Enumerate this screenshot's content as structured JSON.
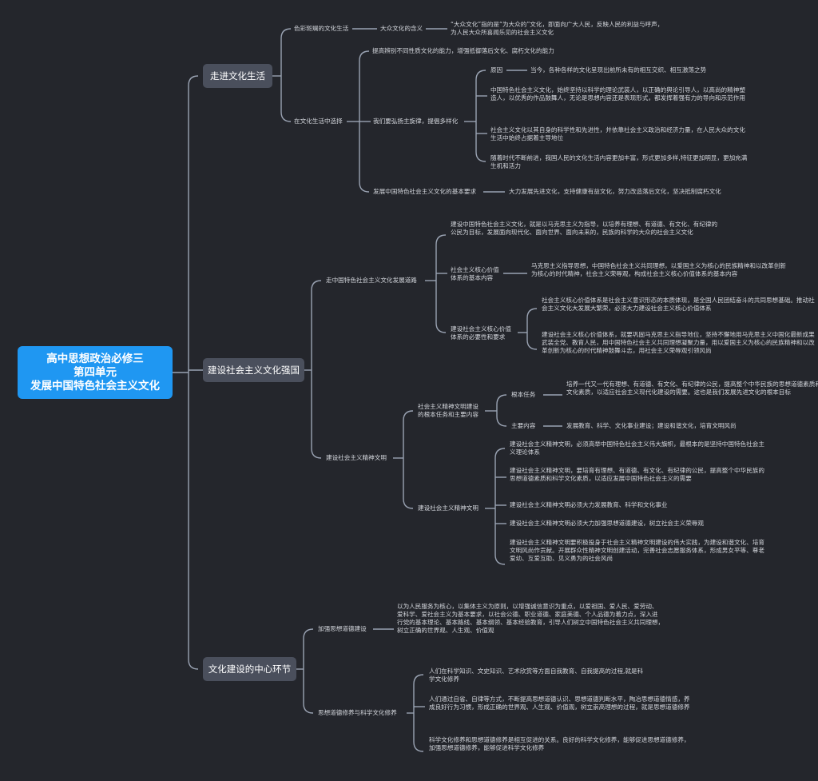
{
  "root": {
    "line1": "高中思想政治必修三",
    "line2": "第四单元",
    "line3": "发展中国特色社会主义文化"
  },
  "branches": {
    "b1": {
      "title": "走进文化生活",
      "c1": "色彩斑斓的文化生活",
      "c1_1": "大众文化的含义",
      "c1_1_1": [
        "“大众文化”指的是“为大众的”文化，即面向广大人民，反映人民的利益与呼声，",
        "为人民大众所喜闻乐见的社会主义文化"
      ],
      "c2": "在文化生活中选择",
      "c2_1": "提高辨别不同性质文化的能力，增强抵御落后文化、腐朽文化的能力",
      "c2_2": "我们要弘扬主旋律，提倡多样化",
      "c2_2_1": "原因",
      "c2_2_1_1": "当今，各种各样的文化呈现出前所未有的相互交织、相互激荡之势",
      "c2_2_2": [
        "中国特色社会主义文化，始终坚持以科学的理论武装人，以正确的舆论引导人，以高尚的精神塑",
        "造人，以优秀的作品鼓舞人，无论是思想内容还是表现形式，都发挥着强有力的导向和示范作用"
      ],
      "c2_2_3": [
        "社会主义文化以其自身的科学性和先进性，并依靠社会主义政治和经济力量，在人民大众的文化",
        "生活中始终占据着主导地位"
      ],
      "c2_2_4": [
        "随着时代不断前进，我国人民的文化生活内容更加丰富，形式更加多样,特征更加明显，更加充满",
        "生机和活力"
      ],
      "c2_3": "发展中国特色社会主义文化的基本要求",
      "c2_3_1": "大力发展先进文化，支持健康有益文化，努力改造落后文化，坚决抵制腐朽文化"
    },
    "b2": {
      "title": "建设社会主义文化强国",
      "c1": "走中国特色社会主义文化发展道路",
      "c1_1": [
        "建设中国特色社会主义文化，就是以马克思主义为指导，以培养有理想、有道德、有文化、有纪律的",
        "公民为目标，发展面向现代化、面向世界、面向未来的，民族的科学的大众的社会主义文化"
      ],
      "c1_2": [
        "社会主义核心价值",
        "体系的基本内容"
      ],
      "c1_2_1": [
        "马克思主义指导思想，中国特色社会主义共同理想，以爱国主义为核心的民族精神和以改革创新",
        "为核心的时代精神，社会主义荣辱观，构成社会主义核心价值体系的基本内容"
      ],
      "c1_3": [
        "建设社会主义核心价值",
        "体系的必要性和要求"
      ],
      "c1_3_1": [
        "社会主义核心价值体系是社会主义意识形态的本质体现，是全国人民团结奋斗的共同思想基础。推动社",
        "会主义文化大发展大繁荣，必须大力建设社会主义核心价值体系"
      ],
      "c1_3_2": [
        "建设社会主义核心价值体系，就要巩固马克思主义指导地位，坚持不懈地用马克思主义中国化最新成果",
        "武装全党、教育人民，用中国特色社会主义共同理想凝聚力量，用以爱国主义为核心的民族精神和以改",
        "革创新为核心的时代精神鼓舞斗志，用社会主义荣辱观引领风尚"
      ],
      "c2": "建设社会主义精神文明",
      "c2_1": [
        "社会主义精神文明建设",
        "的根本任务和主要内容"
      ],
      "c2_1_1": "根本任务",
      "c2_1_1_1": [
        "培养一代又一代有理想、有道德、有文化、有纪律的公民，提高整个中华民族的思想道德素质和科学",
        "文化素质，以适应社会主义现代化建设的需要。这也是我们发展先进文化的根本目标"
      ],
      "c2_1_2": "主要内容",
      "c2_1_2_1": "发展教育、科学、文化事业建设；建设和谐文化，培育文明风尚",
      "c2_2": "建设社会主义精神文明",
      "c2_2_1": [
        "建设社会主义精神文明，必须高举中国特色社会主义伟大旗帜，最根本的是坚持中国特色社会主",
        "义理论体系"
      ],
      "c2_2_2": [
        "建设社会主义精神文明，要培育有理想、有道德、有文化、有纪律的公民，提高整个中华民族的",
        "思想道德素质和科学文化素质，以适应发展中国特色社会主义的需要"
      ],
      "c2_2_3": "建设社会主义精神文明必须大力发展教育、科学和文化事业",
      "c2_2_4": "建设社会主义精神文明必须大力加强思想道德建设，树立社会主义荣辱观",
      "c2_2_5": [
        "建设社会主义精神文明要积极投身于社会主义精神文明建设的伟大实践，为建设和谐文化、培育",
        "文明风尚作贡献。开展群众性精神文明创建活动，完善社会志愿服务体系，形成男女平等、尊老",
        "爱幼、互爱互助、见义勇为的社会风尚"
      ]
    },
    "b3": {
      "title": "文化建设的中心环节",
      "c1": "加强思想道德建设",
      "c1_1": [
        "以为人民服务为核心，以集体主义为原则，以增强诚信意识为重点，以爱祖国、爱人民、爱劳动、",
        "爱科学、爱社会主义为基本要求，以社会公德、职业道德、家庭美德、个人品德为着力点，深入进",
        "行党的基本理论、基本路线、基本纲领、基本经验教育，引导人们树立中国特色社会主义共同理想，",
        "树立正确的世界观、人生观、价值观"
      ],
      "c2": "思想道德修养与科学文化修养",
      "c2_1": [
        "人们在科学知识、文史知识、艺术欣赏等方面自我教育、自我提高的过程,就是科",
        "学文化修养"
      ],
      "c2_2": [
        "人们通过自省、自律等方式，不断提高思想道德认识、思想道德判断水平，陶冶思想道德情感，养",
        "成良好行为习惯，形成正确的世界观、人生观、价值观，树立崇高理想的过程，就是思想道德修养"
      ],
      "c2_3": [
        "科学文化修养和思想道德修养是相互促进的关系。良好的科学文化修养，能够促进思想道德修养，",
        "加强思想道德修养，能够促进科学文化修养"
      ]
    }
  }
}
